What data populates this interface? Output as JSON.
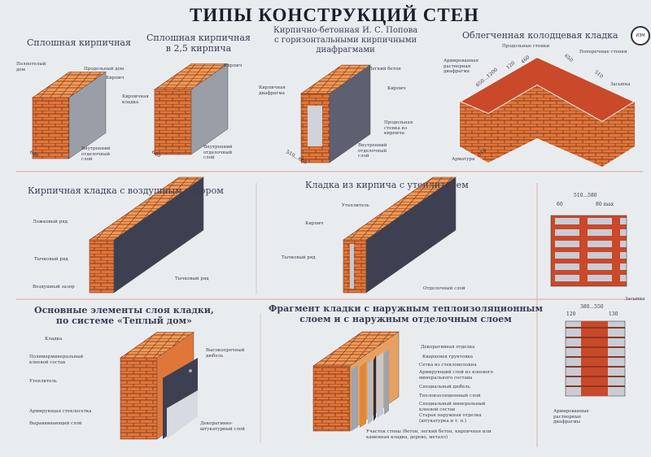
{
  "title": "ТИПЫ КОНСТРУКЦИЙ СТЕН",
  "logo_text": "ИЗМ",
  "colors": {
    "brick": "#e0773a",
    "mortar": "#8a3a1e",
    "plaster": "#9a9ea6",
    "dark_layer": "#3d4050",
    "divider": "#d9a49a",
    "background": "#e9ecef"
  },
  "sections": [
    {
      "heading": [
        "Сплошная кирпичная"
      ],
      "labels": [
        "Полнотелый дом",
        "Продольный дом",
        "Кирпич",
        "Внутренний отделочный слой"
      ],
      "dims": [
        "640"
      ]
    },
    {
      "heading": [
        "Сплошная кирпичная",
        "в 2,5 кирпича"
      ],
      "labels": [
        "Кирпич",
        "Кирпичная кладка",
        "Внутренний отделочный слой"
      ],
      "dims": [
        "640"
      ]
    },
    {
      "heading": [
        "Кирпично-бетонная И. С. Попова",
        "с горизонтальными кирпичными",
        "диафрагмами"
      ],
      "labels": [
        "Кирпичная диафрагма",
        "Легкий бетон",
        "Кирпич",
        "Продольная стенка из кирпича",
        "Внутренний отделочный слой"
      ],
      "dims": [
        "510...660"
      ]
    },
    {
      "heading": [
        "Облегченная колодцевая кладка"
      ],
      "labels": [
        "Продольные стенки",
        "Поперечные стенки",
        "Армированная растворная диафрагма",
        "Засыпка",
        "Арматура"
      ],
      "dims": [
        "650...1200",
        "120",
        "460",
        "650",
        "510",
        "510"
      ]
    },
    {
      "heading": [
        "Кирпичная кладка с воздушным зазором"
      ],
      "labels": [
        "Ложковый ряд",
        "Тычковый ряд",
        "Воздушный зазор",
        "Тычковый ряд"
      ]
    },
    {
      "heading": [
        "Кладка из кирпича с утеплителем"
      ],
      "labels": [
        "Утеплитель",
        "Кирпич",
        "Тычковый ряд",
        "Отделочный слой"
      ]
    },
    {
      "heading": [
        "Основные элементы слоя кладки,",
        "по системе «Теплый дом»"
      ],
      "labels": [
        "Кладка",
        "Полимерминеральный клеевой состав",
        "Утеплитель",
        "Армирующая стеклосетка",
        "Выравнивающий слой",
        "Высокопрочный дюбель",
        "Декоративно-штукатурный слой"
      ]
    },
    {
      "heading": [
        "Фрагмент кладки с наружным теплоизоляционным",
        "слоем и с наружным отделочным слоем"
      ],
      "labels": [
        "Декоративная отделка",
        "Кварцевая грунтовка",
        "Сетка из стекловолокна",
        "Армирующий слой из клеевого минерального состава",
        "Специальный дюбель",
        "Теплоизоляционный слой",
        "Специальный минеральный клеевой состав",
        "Старая наружная отделка (штукатурка и т. п.)",
        "Участок стены (бетон, легкий бетон, кирпичная или каменная кладка, дерево, металл)"
      ]
    }
  ],
  "plans": {
    "top": {
      "dims": [
        "510...580",
        "60",
        "80 max"
      ]
    },
    "bottom": {
      "dims": [
        "380...550",
        "120",
        "130"
      ],
      "labels": [
        "Засыпка",
        "Армированные растворные диафрагмы"
      ]
    }
  }
}
